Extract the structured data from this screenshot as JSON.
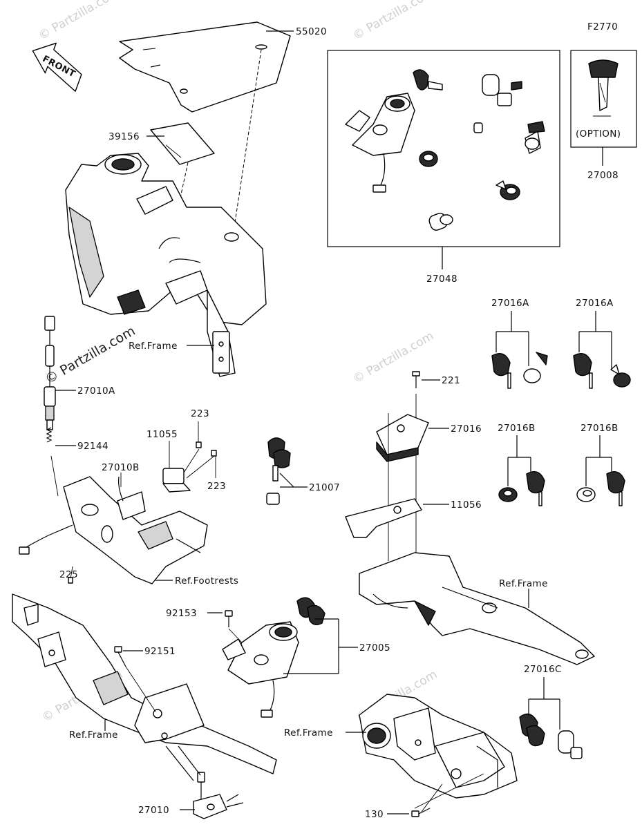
{
  "diagram_id": "F2770",
  "front_arrow_label": "FRONT",
  "watermark": {
    "text": "© Partzilla.com",
    "prominent_text": "© Partzilla.com"
  },
  "parts": {
    "p55020": "55020",
    "p39156": "39156",
    "p27048": "27048",
    "p27008": "27008",
    "p27008_note": "(OPTION)",
    "p27010A": "27010A",
    "p92144": "92144",
    "p223_top": "223",
    "p223_bottom": "223",
    "p11055": "11055",
    "p27010B": "27010B",
    "p225": "225",
    "p21007": "21007",
    "p221": "221",
    "p27016": "27016",
    "p11056": "11056",
    "p27016A_left": "27016A",
    "p27016A_right": "27016A",
    "p27016B_left": "27016B",
    "p27016B_right": "27016B",
    "p92153": "92153",
    "p92151": "92151",
    "p27005": "27005",
    "p27016C": "27016C",
    "p27010": "27010",
    "p130": "130"
  },
  "references": {
    "ref_frame_top": "Ref.Frame",
    "ref_footrests": "Ref.Footrests",
    "ref_frame_right": "Ref.Frame",
    "ref_frame_bottom_left": "Ref.Frame",
    "ref_frame_bottom_mid": "Ref.Frame"
  }
}
